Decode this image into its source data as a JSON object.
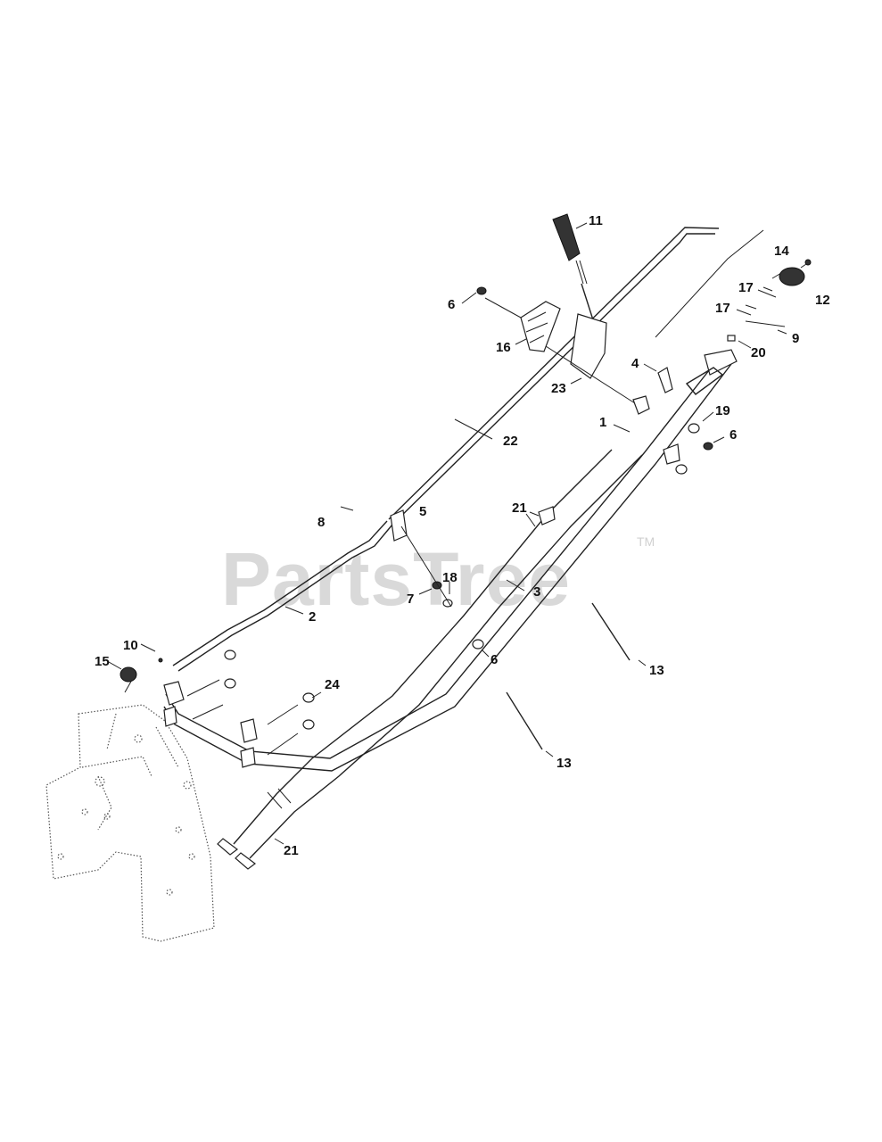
{
  "watermark": {
    "text": "PartsTree",
    "tm": "TM"
  },
  "callouts": [
    {
      "id": "c11",
      "text": "11"
    },
    {
      "id": "c14",
      "text": "14"
    },
    {
      "id": "c12",
      "text": "12"
    },
    {
      "id": "c17a",
      "text": "17"
    },
    {
      "id": "c17b",
      "text": "17"
    },
    {
      "id": "c9",
      "text": "9"
    },
    {
      "id": "c20",
      "text": "20"
    },
    {
      "id": "c6a",
      "text": "6"
    },
    {
      "id": "c16",
      "text": "16"
    },
    {
      "id": "c4",
      "text": "4"
    },
    {
      "id": "c23",
      "text": "23"
    },
    {
      "id": "c19",
      "text": "19"
    },
    {
      "id": "c1",
      "text": "1"
    },
    {
      "id": "c6b",
      "text": "6"
    },
    {
      "id": "c22",
      "text": "22"
    },
    {
      "id": "c21a",
      "text": "21"
    },
    {
      "id": "c8",
      "text": "8"
    },
    {
      "id": "c5",
      "text": "5"
    },
    {
      "id": "c18",
      "text": "18"
    },
    {
      "id": "c7",
      "text": "7"
    },
    {
      "id": "c3",
      "text": "3"
    },
    {
      "id": "c2",
      "text": "2"
    },
    {
      "id": "c10",
      "text": "10"
    },
    {
      "id": "c15",
      "text": "15"
    },
    {
      "id": "c6c",
      "text": "6"
    },
    {
      "id": "c13a",
      "text": "13"
    },
    {
      "id": "c24",
      "text": "24"
    },
    {
      "id": "c13b",
      "text": "13"
    },
    {
      "id": "c21b",
      "text": "21"
    }
  ]
}
